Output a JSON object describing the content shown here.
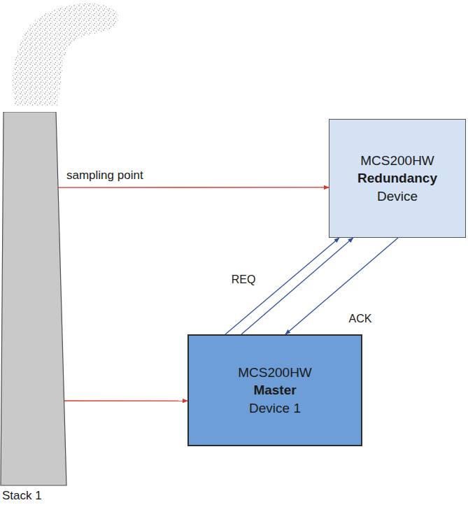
{
  "diagram": {
    "nodes": [
      {
        "text": [
          "Stack 1"
        ]
      },
      {
        "text": [
          "MCS200HW",
          "Redundancy",
          "Device"
        ]
      },
      {
        "text": [
          "MCS200HW",
          "Master",
          "Device 1"
        ]
      }
    ],
    "edges": [
      {
        "from": 0,
        "to": 1,
        "label": "sampling point",
        "arrow": "to"
      },
      {
        "from": 0,
        "to": 2,
        "arrow": "to"
      },
      {
        "from": 2,
        "to": 1,
        "label": "REQ",
        "arrow": "to"
      },
      {
        "from": 2,
        "to": 1,
        "arrow": "to"
      },
      {
        "from": 1,
        "to": 2,
        "label": "ACK",
        "arrow": "to"
      }
    ]
  }
}
